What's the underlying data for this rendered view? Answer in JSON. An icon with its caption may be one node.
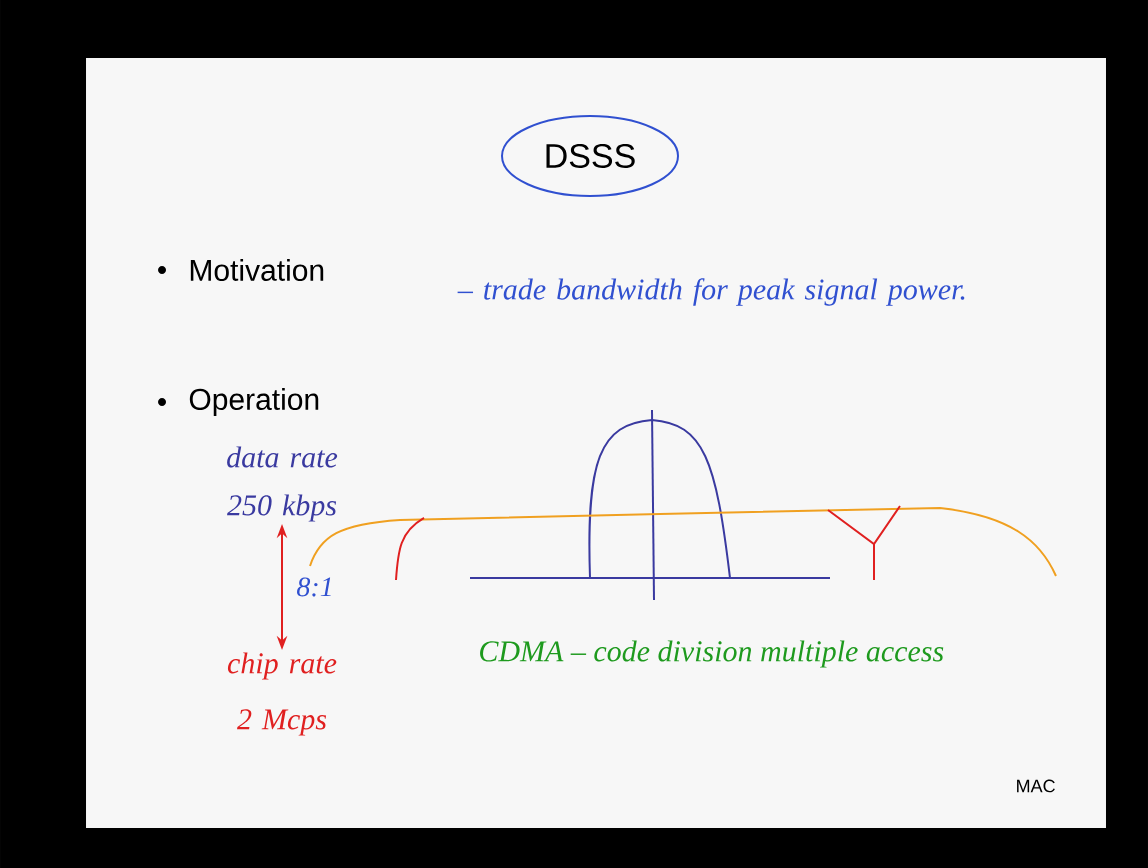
{
  "diagram": {
    "nodes": [
      {
        "text": [
          "DSSS"
        ]
      },
      {
        "text": [
          "data rate 250 kbps"
        ]
      },
      {
        "text": [
          "chip rate 2 Mcps"
        ]
      }
    ],
    "edges": [
      {
        "from": 1,
        "to": 2,
        "arrow": "both",
        "label": "8:1",
        "color": "#e02020"
      }
    ],
    "labels": [
      "Motivation",
      "– trade bandwidth for peak signal power.",
      "Operation",
      "CDMA – code division multiple access",
      "MAC"
    ]
  }
}
